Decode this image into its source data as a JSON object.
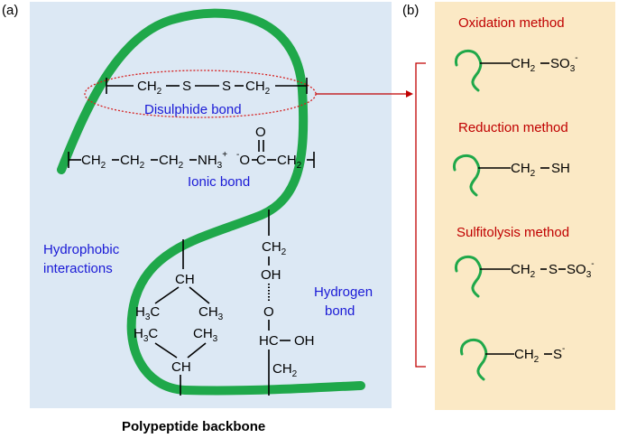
{
  "panel_a": {
    "label": "(a)",
    "caption": "Polypeptide backbone",
    "disulphide": {
      "ch2_left": "CH",
      "ch2_left_sub": "2",
      "s1": "S",
      "s2": "S",
      "ch2_right": "CH",
      "ch2_right_sub": "2",
      "label": "Disulphide bond"
    },
    "ionic": {
      "ch2_a": "CH",
      "ch2_a_sub": "2",
      "ch2_b": "CH",
      "ch2_b_sub": "2",
      "ch2_c": "CH",
      "ch2_c_sub": "2",
      "nh3": "NH",
      "nh3_sub": "3",
      "nh3_sup": "+",
      "o_minus": "O",
      "o_minus_sup": "-",
      "carbonyl_o": "O",
      "carbon": "C",
      "ch2_d": "CH",
      "ch2_d_sub": "2",
      "label": "Ionic bond"
    },
    "hydrophobic": {
      "label_line1": "Hydrophobic",
      "label_line2": "interactions",
      "ch_top": "CH",
      "h3c_left": "H",
      "h3c_left_sub": "3",
      "h3c_left_c": "C",
      "ch3_right": "CH",
      "ch3_right_sub": "3",
      "h3c_left2": "H",
      "h3c_left2_sub": "3",
      "h3c_left2_c": "C",
      "ch3_right2": "CH",
      "ch3_right2_sub": "3",
      "ch_bottom": "CH"
    },
    "hydrogen": {
      "label_line1": "Hydrogen",
      "label_line2": "bond",
      "ch2_top": "CH",
      "ch2_top_sub": "2",
      "oh_top": "OH",
      "o_bottom": "O",
      "hc": "HC",
      "oh_right": "OH",
      "ch2_bottom": "CH",
      "ch2_bottom_sub": "2"
    }
  },
  "panel_b": {
    "label": "(b)",
    "methods": [
      {
        "title": "Oxidation method",
        "ch2": "CH",
        "ch2_sub": "2",
        "group": "SO",
        "group_sub": "3",
        "group_sup": "-"
      },
      {
        "title": "Reduction method",
        "ch2": "CH",
        "ch2_sub": "2",
        "group": "SH"
      },
      {
        "title": "Sulfitolysis method",
        "ch2": "CH",
        "ch2_sub": "2",
        "s": "S",
        "group": "SO",
        "group_sub": "3",
        "group_sup": "-"
      },
      {
        "ch2": "CH",
        "ch2_sub": "2",
        "group": "S",
        "group_sup": "-"
      }
    ]
  },
  "colors": {
    "panel_a_background": "#dce8f4",
    "panel_b_background": "#fbe9c5",
    "backbone_green": "#1fa84a",
    "label_blue": "#1a1ad6",
    "method_red": "#c00000"
  }
}
